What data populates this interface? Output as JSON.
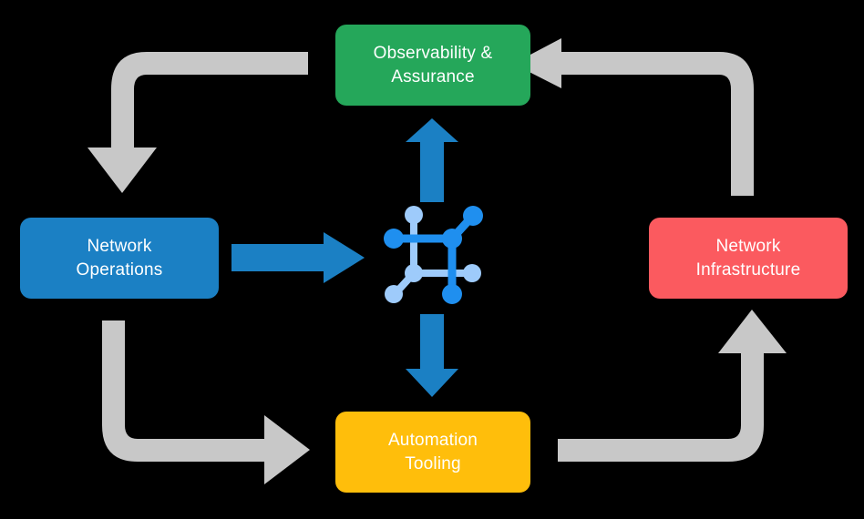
{
  "diagram": {
    "title_present": false,
    "background_color": "#000000",
    "nodes": [
      {
        "id": "observability",
        "label": "Observability &\nAssurance",
        "color": "#25a75a",
        "text_color": "#ffffff",
        "position": "top"
      },
      {
        "id": "network-operations",
        "label": "Network\nOperations",
        "color": "#1b80c4",
        "text_color": "#ffffff",
        "position": "left"
      },
      {
        "id": "network-infrastructure",
        "label": "Network\nInfrastructure",
        "color": "#fb5a5f",
        "text_color": "#ffffff",
        "position": "right"
      },
      {
        "id": "automation-tooling",
        "label": "Automation\nTooling",
        "color": "#ffbe0b",
        "text_color": "#ffffff",
        "position": "bottom"
      }
    ],
    "center_icon": {
      "name": "network-topology-icon",
      "dark_node_color": "#1f8fef",
      "light_node_color": "#9ecbfb",
      "link_color_dark": "#1f8fef",
      "link_color_light": "#9ecbfb"
    },
    "connectors": [
      {
        "id": "ops-to-center",
        "name": "arrow-operations-to-center",
        "style": "straight",
        "direction": "right",
        "color": "#1b80c4",
        "from": "network-operations",
        "to": "center"
      },
      {
        "id": "center-to-observability",
        "name": "arrow-center-to-observability",
        "style": "straight",
        "direction": "up",
        "color": "#1b80c4",
        "from": "center",
        "to": "observability"
      },
      {
        "id": "center-to-automation",
        "name": "arrow-center-to-automation",
        "style": "straight",
        "direction": "down",
        "color": "#1b80c4",
        "from": "center",
        "to": "automation-tooling"
      },
      {
        "id": "observability-to-operations",
        "name": "arrow-observability-to-operations",
        "style": "elbow",
        "direction": "down",
        "color": "#c8c8c8",
        "from": "observability",
        "to": "network-operations"
      },
      {
        "id": "infrastructure-to-observability",
        "name": "arrow-infrastructure-to-observability",
        "style": "elbow",
        "direction": "left",
        "color": "#c8c8c8",
        "from": "network-infrastructure",
        "to": "observability"
      },
      {
        "id": "operations-to-automation",
        "name": "arrow-operations-to-automation",
        "style": "elbow",
        "direction": "right",
        "color": "#c8c8c8",
        "from": "network-operations",
        "to": "automation-tooling"
      },
      {
        "id": "automation-to-infrastructure",
        "name": "arrow-automation-to-infrastructure",
        "style": "elbow",
        "direction": "up",
        "color": "#c8c8c8",
        "from": "automation-tooling",
        "to": "network-infrastructure"
      }
    ]
  }
}
